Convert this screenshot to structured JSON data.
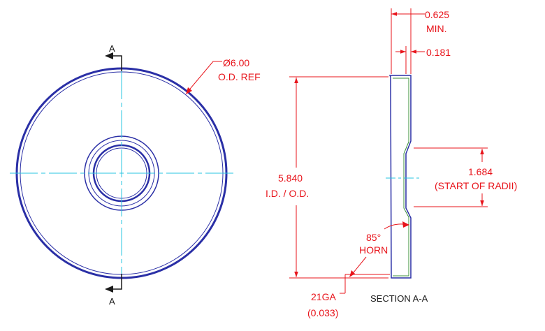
{
  "drawing": {
    "section_marker_top": "A",
    "section_marker_bottom": "A",
    "od_dim": "Ø6.00",
    "od_note": "O.D. REF",
    "width_dim": "0.625",
    "width_note": "MIN.",
    "flange_dim": "0.181",
    "height_dim": "5.840",
    "height_note": "I.D. / O.D.",
    "radii_dim": "1.684",
    "radii_note": "(START OF RADII)",
    "angle_dim": "85°",
    "angle_note": "HORN",
    "gauge_dim": "21GA",
    "gauge_note": "(0.033)",
    "section_title": "SECTION A-A"
  },
  "colors": {
    "dimension": "#e8141b",
    "centerline": "#27c4e0",
    "outline": "#2a2fa6",
    "ink": "#1a1a1a"
  }
}
